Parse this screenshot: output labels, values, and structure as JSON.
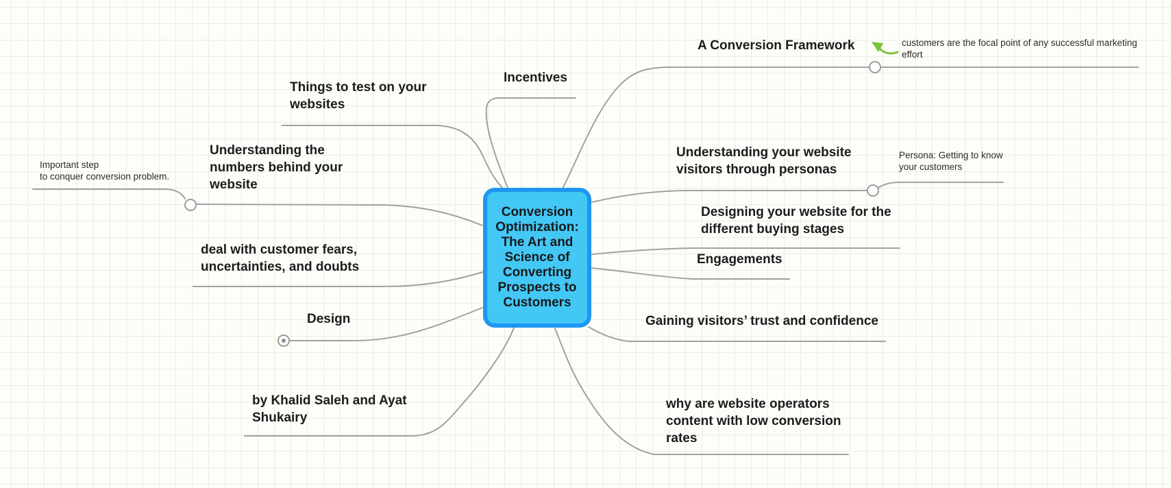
{
  "app": {
    "type": "mind-map"
  },
  "colors": {
    "background": "#fdfdfa",
    "grid_line": "#e8efdf",
    "branch_line": "#a1a1a1",
    "central_node_fill": "#43c8f6",
    "central_node_border": "#1f96f0",
    "text": "#1c1c1c",
    "annotation_arrow_green": "#7cc13d"
  },
  "central_node": {
    "text": "Conversion Optimization: The Art and Science of Converting Prospects to Customers",
    "lines": [
      "Conversion",
      "Optimization:",
      "The Art and",
      "Science of",
      "Converting",
      "Prospects to",
      "Customers"
    ]
  },
  "topics": [
    {
      "id": "things-to-test",
      "lines": [
        "Things to test on your",
        "websites"
      ]
    },
    {
      "id": "numbers",
      "lines": [
        "Understanding the",
        "numbers behind your",
        "website"
      ]
    },
    {
      "id": "fears",
      "lines": [
        "deal with customer fears,",
        "uncertainties, and doubts"
      ]
    },
    {
      "id": "design",
      "lines": [
        "Design"
      ]
    },
    {
      "id": "author",
      "lines": [
        "by Khalid Saleh and Ayat",
        "Shukairy"
      ]
    },
    {
      "id": "incentives",
      "lines": [
        "Incentives"
      ]
    },
    {
      "id": "framework",
      "lines": [
        "A Conversion Framework"
      ]
    },
    {
      "id": "personas",
      "lines": [
        "Understanding your website",
        "visitors through personas"
      ]
    },
    {
      "id": "designing-stages",
      "lines": [
        "Designing your website for the",
        "different buying stages"
      ]
    },
    {
      "id": "engagements",
      "lines": [
        "Engagements"
      ]
    },
    {
      "id": "gaining-trust",
      "lines": [
        "Gaining visitors’ trust and confidence"
      ]
    },
    {
      "id": "why-low-conversion",
      "lines": [
        "why are website operators",
        "content with low conversion",
        "rates"
      ]
    }
  ],
  "annotations": [
    {
      "id": "important-step",
      "lines": [
        "Important step",
        "to conquer conversion problem."
      ]
    },
    {
      "id": "customers-focal",
      "lines": [
        "customers are the focal point of any successful marketing",
        "effort"
      ]
    },
    {
      "id": "persona-note",
      "lines": [
        "Persona: Getting to know",
        "your customers"
      ]
    }
  ]
}
